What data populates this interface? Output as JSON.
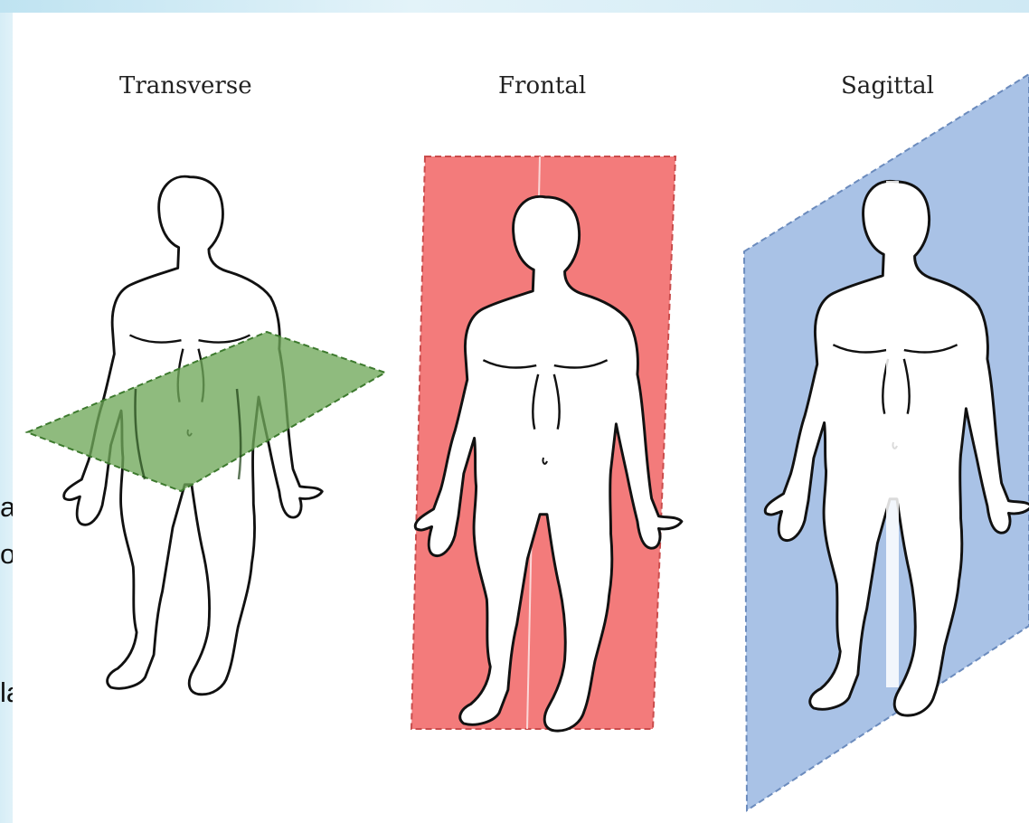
{
  "diagram": {
    "planes": [
      {
        "id": "transverse",
        "label": "Transverse",
        "color": "#6fa85a"
      },
      {
        "id": "frontal",
        "label": "Frontal",
        "color": "#f37b7b"
      },
      {
        "id": "sagittal",
        "label": "Sagittal",
        "color": "#a9c2e6"
      }
    ]
  },
  "slide_fragments": [
    "as",
    "os",
    "la,"
  ]
}
